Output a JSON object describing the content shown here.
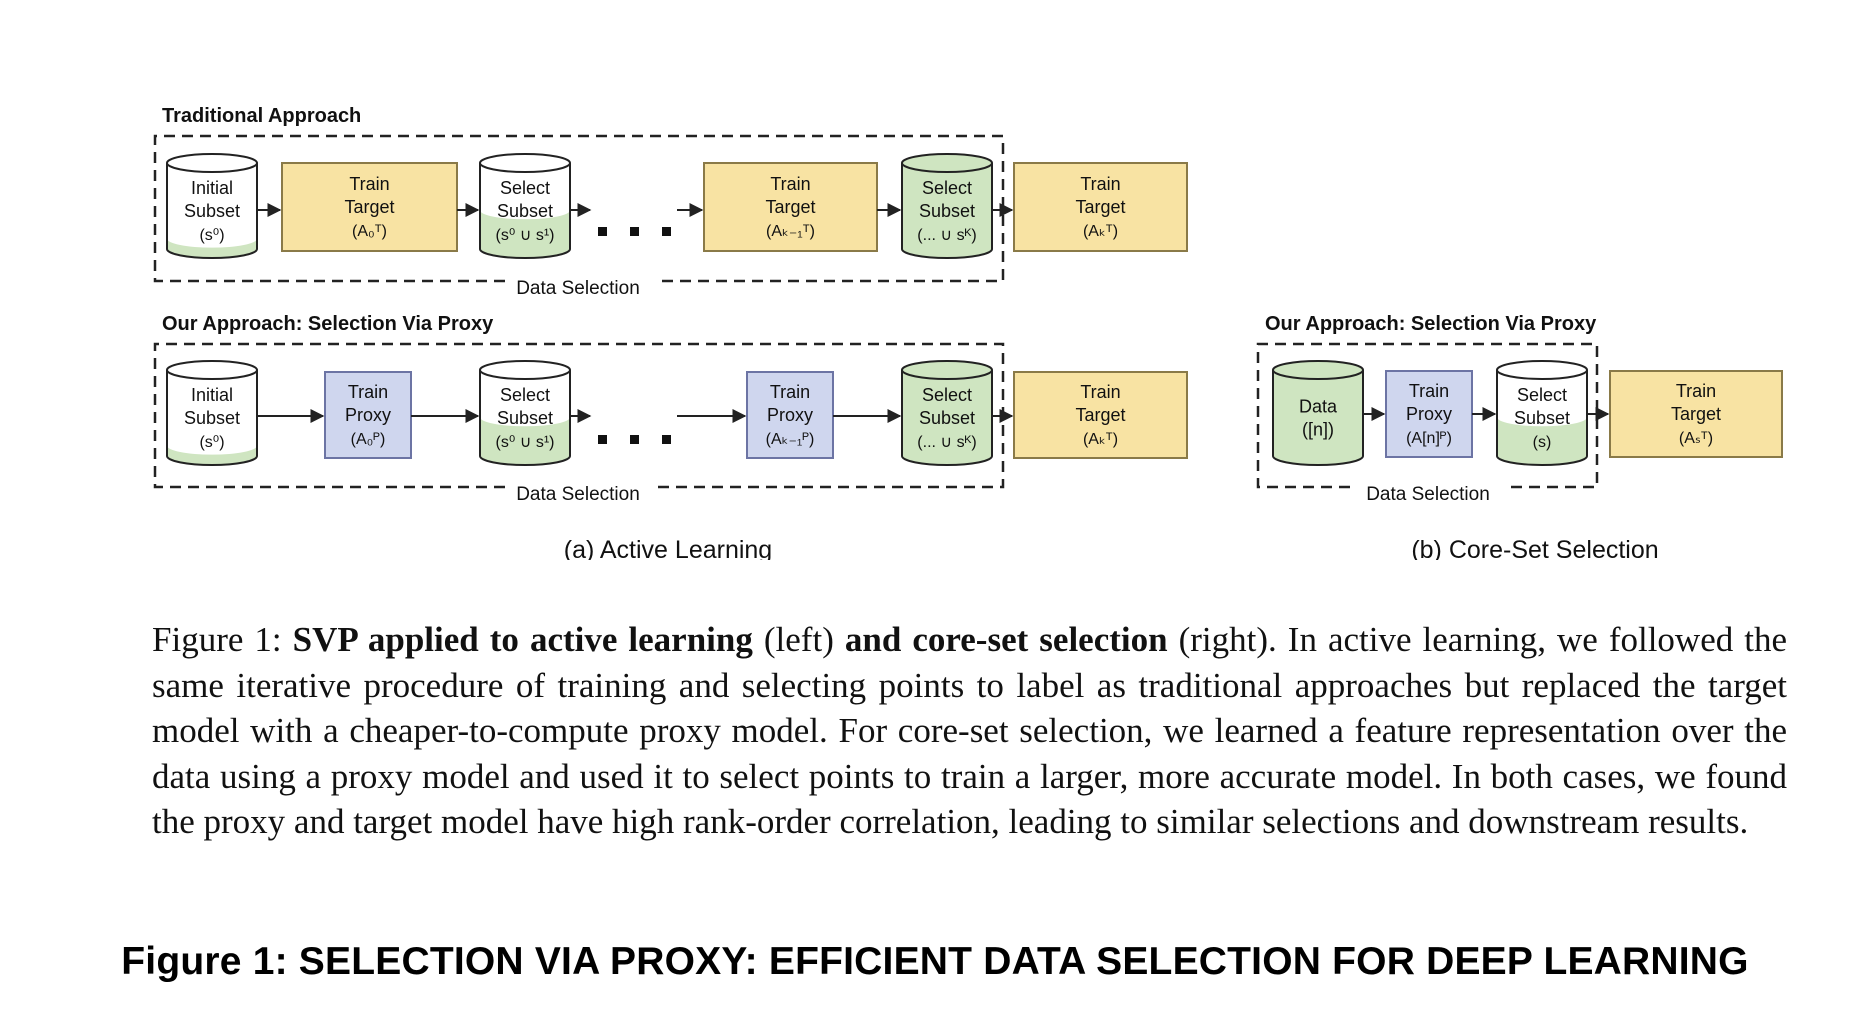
{
  "figure": {
    "colors": {
      "target_fill": "#f8e3a3",
      "target_stroke": "#8a7a48",
      "proxy_fill": "#cfd6ee",
      "proxy_stroke": "#6c74a4",
      "data_fill": "#cfe5c1",
      "data_stroke": "#6b8a5e",
      "outline": "#222222"
    },
    "traditional": {
      "title": "Traditional Approach",
      "data_selection_label": "Data Selection",
      "initial": [
        "Initial",
        "Subset",
        "(s⁰)"
      ],
      "train1": [
        "Train",
        "Target",
        "(A₀ᵀ)"
      ],
      "select1": [
        "Select",
        "Subset",
        "(s⁰ ∪ s¹)"
      ],
      "train2": [
        "Train",
        "Target",
        "(Aₖ₋₁ᵀ)"
      ],
      "select2": [
        "Select",
        "Subset",
        "(... ∪ sᴷ)"
      ],
      "final": [
        "Train",
        "Target",
        "(Aₖᵀ)"
      ]
    },
    "svp_active": {
      "title": "Our Approach: Selection Via Proxy",
      "data_selection_label": "Data Selection",
      "initial": [
        "Initial",
        "Subset",
        "(s⁰)"
      ],
      "train1": [
        "Train",
        "Proxy",
        "(A₀ᴾ)"
      ],
      "select1": [
        "Select",
        "Subset",
        "(s⁰ ∪ s¹)"
      ],
      "train2": [
        "Train",
        "Proxy",
        "(Aₖ₋₁ᴾ)"
      ],
      "select2": [
        "Select",
        "Subset",
        "(... ∪ sᴷ)"
      ],
      "final": [
        "Train",
        "Target",
        "(Aₖᵀ)"
      ]
    },
    "svp_coreset": {
      "title": "Our Approach: Selection Via Proxy",
      "data_selection_label": "Data Selection",
      "data": [
        "Data",
        "([n])"
      ],
      "train": [
        "Train",
        "Proxy",
        "(A[n]ᴾ)"
      ],
      "select": [
        "Select",
        "Subset",
        "(s)"
      ],
      "final": [
        "Train",
        "Target",
        "(Aₛᵀ)"
      ]
    },
    "captions": {
      "a": "(a) Active Learning",
      "b": "(b) Core-Set Selection"
    }
  },
  "caption": {
    "label": "Figure 1:",
    "bold1": "SVP applied to active learning",
    "text1": " (left) ",
    "bold2": "and core-set selection",
    "text2": " (right). In active learning, we followed the same iterative procedure of training and selecting points to label as traditional approaches but replaced the target model with a cheaper-to-compute proxy model. For core-set selection, we learned a feature representation over the data using a proxy model and used it to select points to train a larger, more accurate model. In both cases, we found the proxy and target model have high rank-order correlation, leading to similar selections and downstream results."
  },
  "footer_title": "Figure 1: SELECTION VIA PROXY: EFFICIENT DATA SELECTION FOR DEEP LEARNING"
}
